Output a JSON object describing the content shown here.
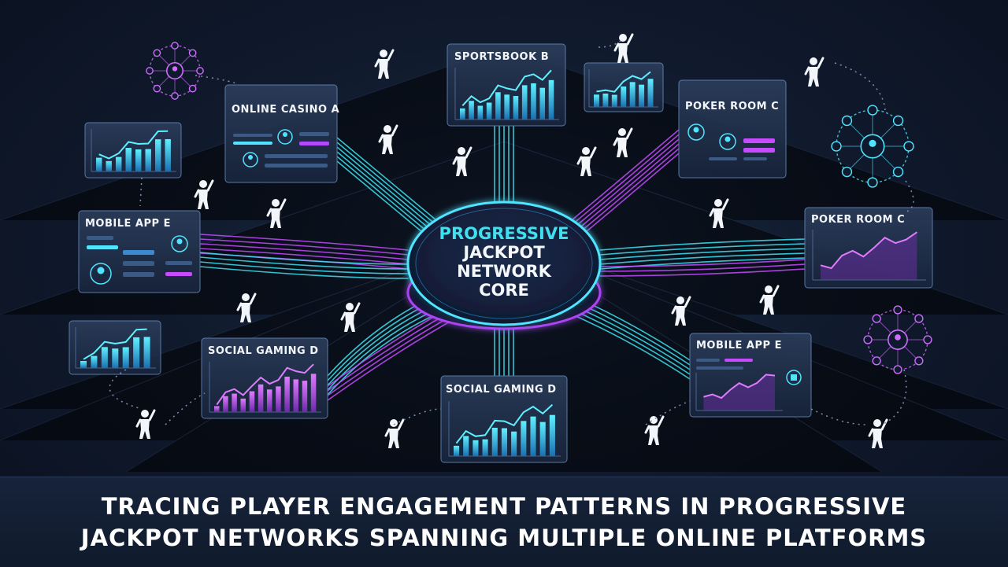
{
  "core": {
    "line1": "PROGRESSIVE",
    "line2": "JACKPOT",
    "line3": "NETWORK",
    "line4": "CORE"
  },
  "panels": {
    "sportsbook_b": "SPORTSBOOK B",
    "online_casino_a": "ONLINE CASINO A",
    "poker_room_c_top": "POKER ROOM C",
    "poker_room_c_right": "POKER ROOM C",
    "mobile_app_e_left": "MOBILE APP E",
    "mobile_app_e_right": "MOBILE APP E",
    "social_gaming_d_left": "SOCIAL GAMING D",
    "social_gaming_d_bottom": "SOCIAL GAMING D"
  },
  "caption": {
    "line1": "TRACING PLAYER ENGAGEMENT PATTERNS IN PROGRESSIVE",
    "line2": "JACKPOT NETWORKS SPANNING MULTIPLE ONLINE PLATFORMS"
  },
  "colors": {
    "accent_cyan": "#3fe0f0",
    "accent_magenta": "#c64bff",
    "background": "#111b2e"
  }
}
